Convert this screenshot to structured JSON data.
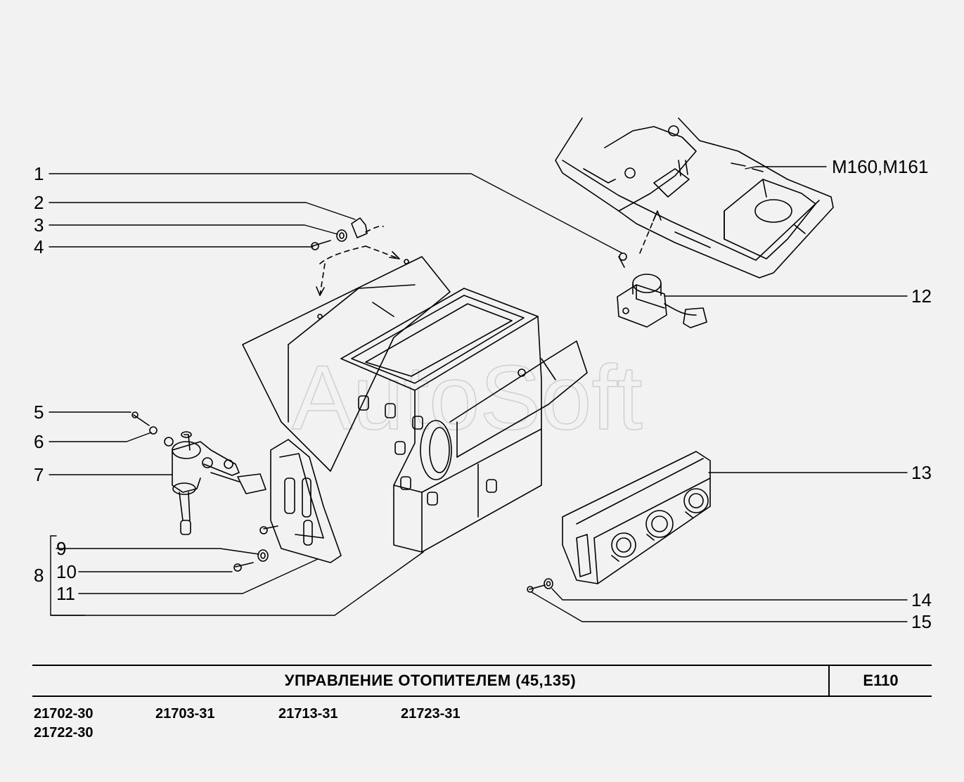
{
  "diagram": {
    "watermark": "AutoSoft",
    "callouts": [
      {
        "id": "c1",
        "label": "1"
      },
      {
        "id": "c2",
        "label": "2"
      },
      {
        "id": "c3",
        "label": "3"
      },
      {
        "id": "c4",
        "label": "4"
      },
      {
        "id": "c5",
        "label": "5"
      },
      {
        "id": "c6",
        "label": "6"
      },
      {
        "id": "c7",
        "label": "7"
      },
      {
        "id": "c8",
        "label": "8"
      },
      {
        "id": "c9",
        "label": "9"
      },
      {
        "id": "c10",
        "label": "10"
      },
      {
        "id": "c11",
        "label": "11"
      },
      {
        "id": "c12",
        "label": "12"
      },
      {
        "id": "c13",
        "label": "13"
      },
      {
        "id": "c14",
        "label": "14"
      },
      {
        "id": "c15",
        "label": "15"
      },
      {
        "id": "cm",
        "label": "M160,M161"
      }
    ]
  },
  "footer": {
    "title": "УПРАВЛЕНИЕ  ОТОПИТЕЛЕМ (45,135)",
    "code": "E110",
    "models": [
      "21702-30",
      "21703-31",
      "21713-31",
      "21723-31",
      "21722-30"
    ]
  }
}
